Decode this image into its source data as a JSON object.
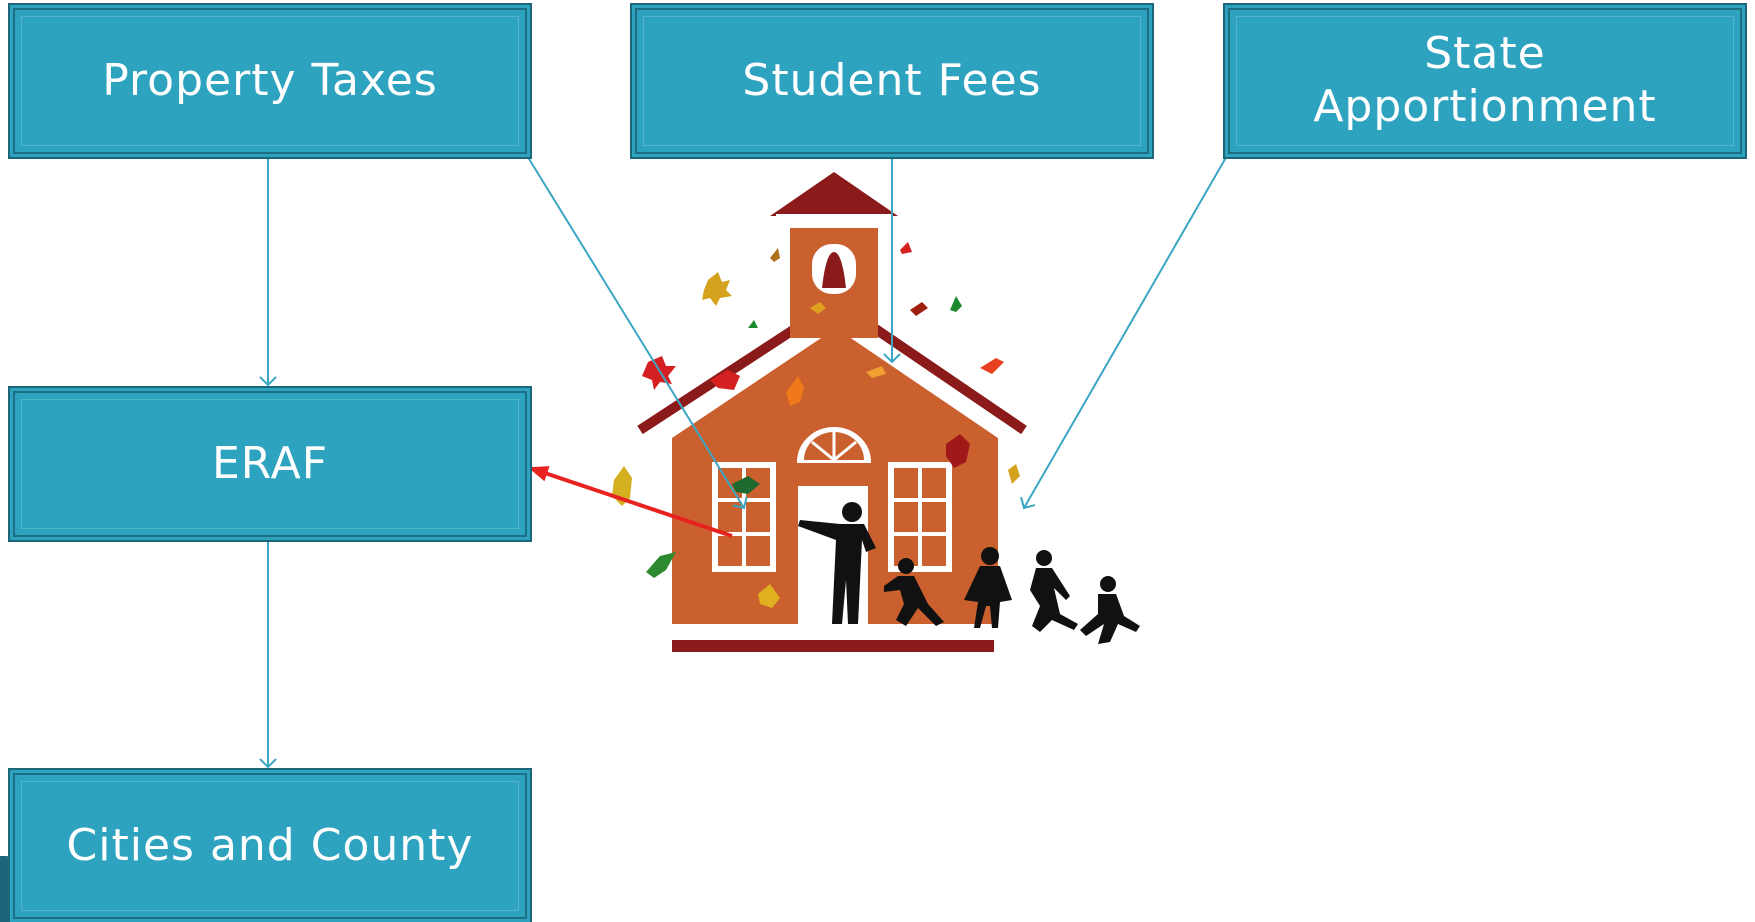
{
  "boxes": {
    "property_taxes": "Property Taxes",
    "student_fees": "Student Fees",
    "state_apportionment_line1": "State",
    "state_apportionment_line2": "Apportionment",
    "eraf": "ERAF",
    "cities_and_county": "Cities and County"
  },
  "colors": {
    "box_fill": "#2ea3bf",
    "box_border": "#1d6679",
    "connector": "#3aa6c4",
    "transfer_arrow": "#e8231f",
    "school_wall": "#c9602e",
    "school_roof": "#8b1a1a"
  },
  "icons": [
    "schoolhouse-illustration",
    "teacher-and-children-silhouettes",
    "autumn-leaves"
  ]
}
